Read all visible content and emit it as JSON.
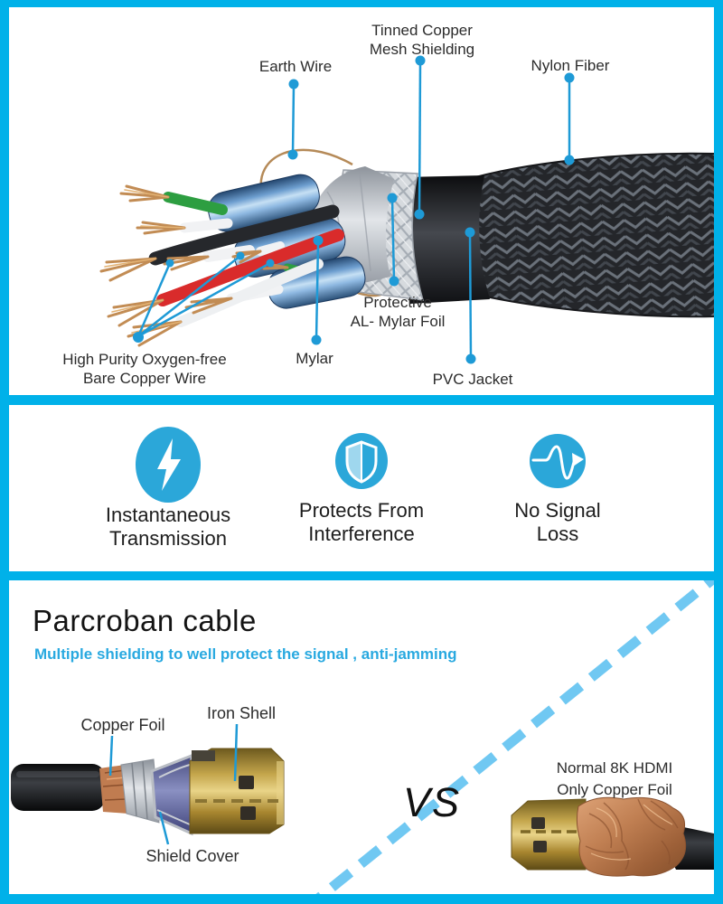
{
  "colors": {
    "frame": "#00b1e9",
    "leader_line": "#1e9ad6",
    "icon_circle": "#2ba7d9",
    "subtitle_text": "#29a9e0",
    "dashed_divider": "#70c8f2",
    "label_text": "#2c2c2c"
  },
  "anatomy": {
    "labels": {
      "tinned": [
        "Tinned Copper",
        "Mesh Shielding"
      ],
      "earth": "Earth Wire",
      "nylon": "Nylon Fiber",
      "protective": [
        "Protective",
        "AL- Mylar Foil"
      ],
      "mylar": "Mylar",
      "pvc": "PVC Jacket",
      "copper": [
        "High Purity Oxygen-free",
        "Bare Copper Wire"
      ]
    }
  },
  "features": {
    "items": [
      {
        "icon": "lightning-icon",
        "lines": [
          "Instantaneous",
          "Transmission"
        ]
      },
      {
        "icon": "shield-icon",
        "lines": [
          "Protects From",
          "Interference"
        ]
      },
      {
        "icon": "signal-wave-icon",
        "lines": [
          "No Signal",
          "Loss"
        ]
      }
    ]
  },
  "comparison": {
    "title": "Parcroban cable",
    "subtitle": "Multiple shielding to well protect the signal , anti-jamming",
    "left_labels": {
      "copper_foil": "Copper Foil",
      "iron_shell": "Iron Shell",
      "shield_cover": "Shield Cover"
    },
    "vs": "VS",
    "right_labels": [
      "Normal 8K HDMI",
      "Only Copper Foil"
    ]
  }
}
